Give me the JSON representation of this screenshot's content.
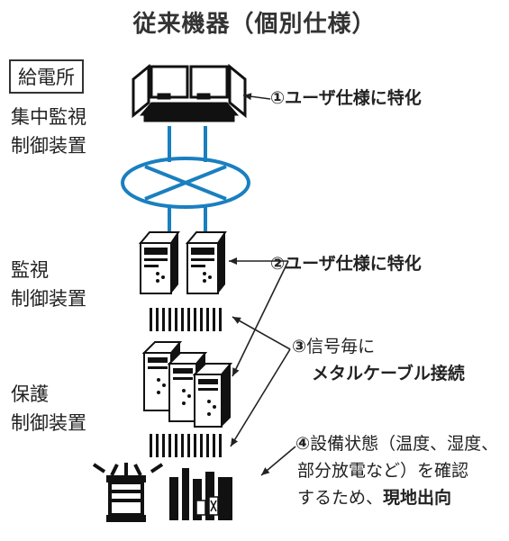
{
  "title": "従来機器（個別仕様）",
  "site_label": "給電所",
  "levels": {
    "central": [
      "集中監視",
      "制御装置"
    ],
    "monitoring": [
      "監視",
      "制御装置"
    ],
    "protection": [
      "保護",
      "制御装置"
    ]
  },
  "callouts": {
    "c1": {
      "num": "①",
      "text": "ユーザ仕様に特化"
    },
    "c2": {
      "num": "②",
      "text": "ユーザ仕様に特化"
    },
    "c3": {
      "num": "③",
      "line1": "信号毎に",
      "line2": "メタルケーブル接続"
    },
    "c4": {
      "num": "④",
      "line1": "設備状態（温度、湿度、",
      "line2": "部分放電など）を確認",
      "line3a": "するため、",
      "line3b": "現地出向"
    }
  },
  "colors": {
    "network": "#1a7fc0",
    "ink": "#222222"
  }
}
